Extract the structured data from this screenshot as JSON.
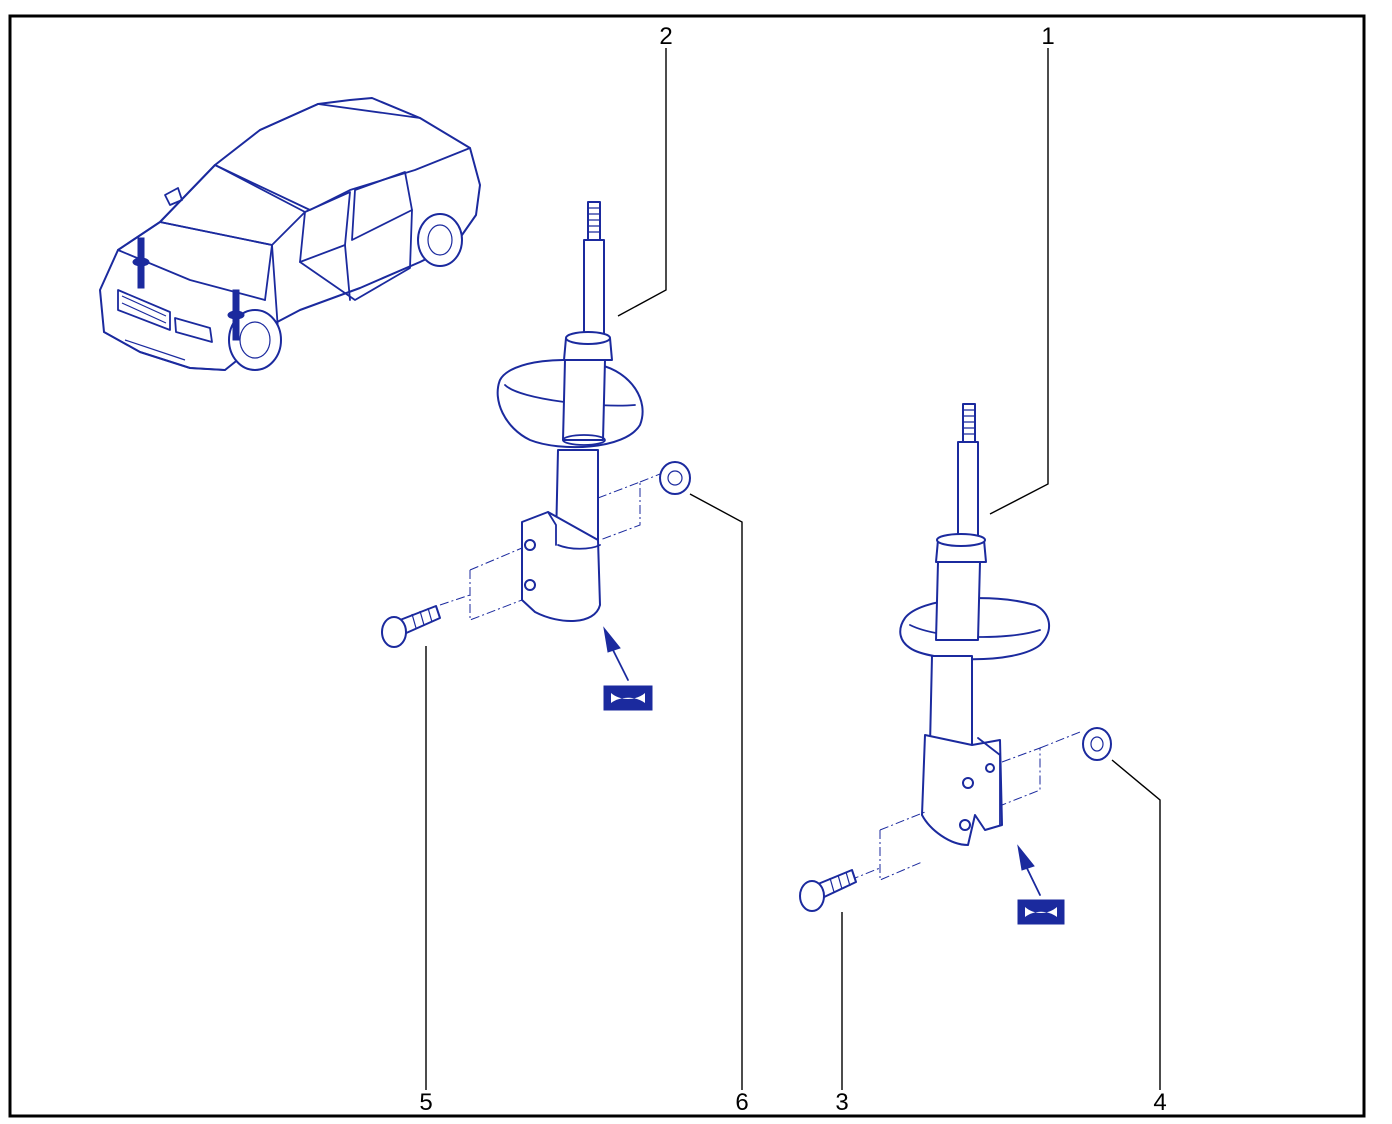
{
  "callouts": [
    {
      "id": "1",
      "label": "1"
    },
    {
      "id": "2",
      "label": "2"
    },
    {
      "id": "3",
      "label": "3"
    },
    {
      "id": "4",
      "label": "4"
    },
    {
      "id": "5",
      "label": "5"
    },
    {
      "id": "6",
      "label": "6"
    }
  ],
  "colors": {
    "line": "#1b2a9e",
    "text": "#000000",
    "frame": "#000000",
    "background": "#ffffff"
  },
  "icons": {
    "grease": "grease-symbol-icon",
    "arrow": "arrow-up-left-icon"
  }
}
